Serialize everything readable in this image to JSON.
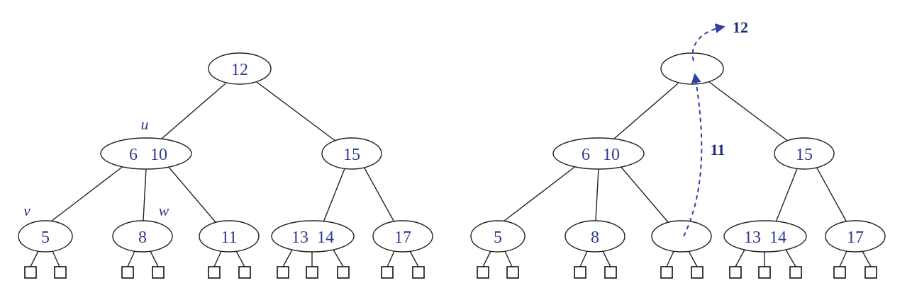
{
  "left_tree": {
    "root": {
      "key": "12"
    },
    "u": {
      "label": "u",
      "keys": "6   10"
    },
    "right_mid": {
      "key": "15"
    },
    "v": {
      "label": "v",
      "key": "5"
    },
    "w": {
      "label": "w",
      "key": "8"
    },
    "leaf11": {
      "key": "11"
    },
    "leaf1314": {
      "keys": "13  14"
    },
    "leaf17": {
      "key": "17"
    }
  },
  "right_tree": {
    "root": {
      "key": ""
    },
    "mid_left": {
      "keys": "6   10"
    },
    "mid_right": {
      "key": "15"
    },
    "n5": {
      "key": "5"
    },
    "n8": {
      "key": "8"
    },
    "empty": {
      "key": ""
    },
    "n1314": {
      "keys": "13  14"
    },
    "n17": {
      "key": "17"
    },
    "annotations": {
      "moved_up": "11",
      "removed": "12"
    }
  },
  "colors": {
    "key_text": "#2f3a8f",
    "arrow": "#2f3fa8",
    "lines": "#222222"
  }
}
